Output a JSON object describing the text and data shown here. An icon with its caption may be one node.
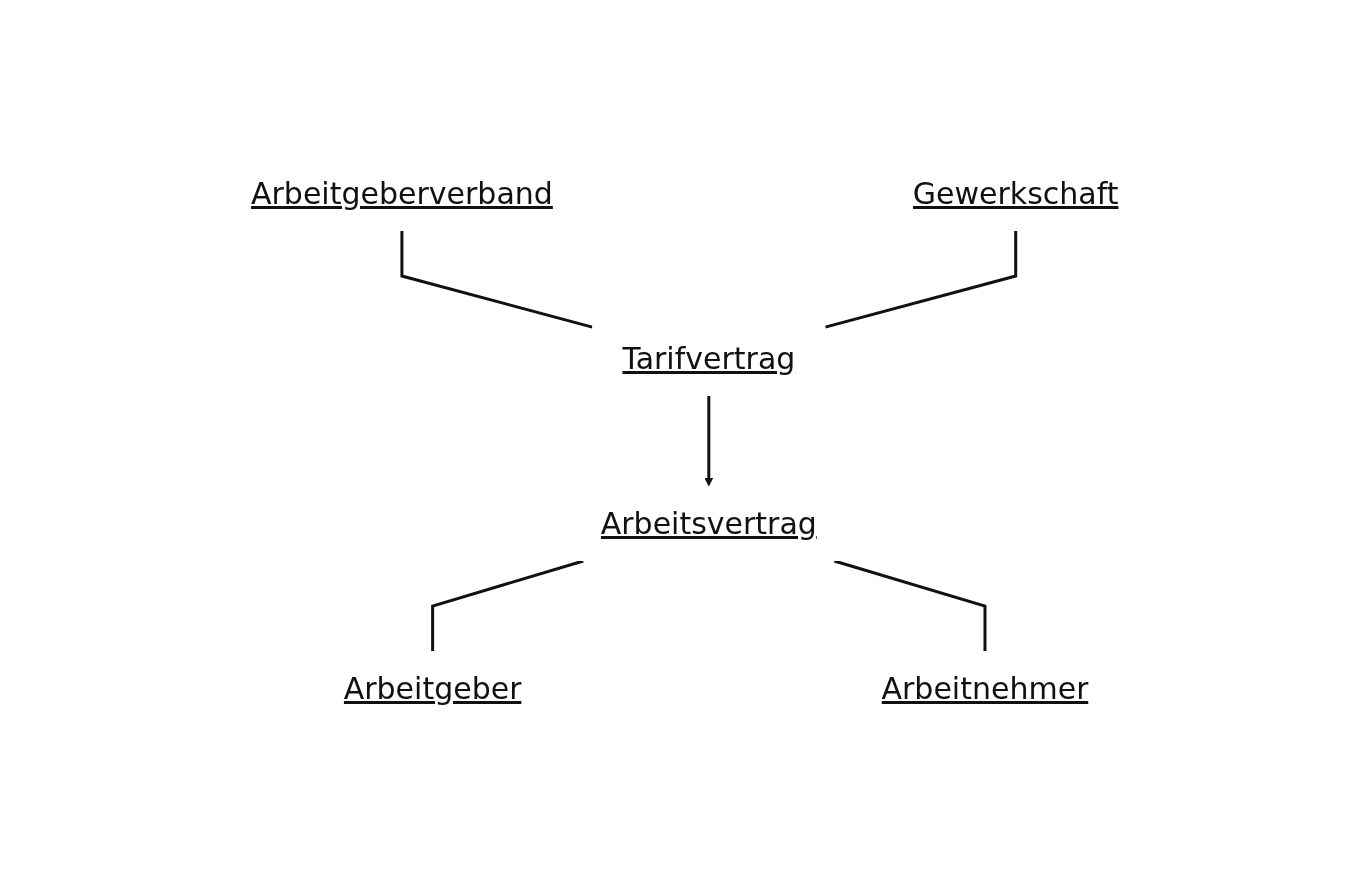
{
  "diagram": {
    "nodes": [
      {
        "text": [
          "Arbeitgeberverband"
        ]
      },
      {
        "text": [
          "Gewerkschaft"
        ]
      },
      {
        "text": [
          "Tarifvertrag"
        ]
      },
      {
        "text": [
          "Arbeitsvertrag"
        ]
      },
      {
        "text": [
          "Arbeitgeber"
        ]
      },
      {
        "text": [
          "Arbeitnehmer"
        ]
      }
    ],
    "edges": [
      {
        "from": 0,
        "to": 2,
        "arrow": "none"
      },
      {
        "from": 1,
        "to": 2,
        "arrow": "none"
      },
      {
        "from": 2,
        "to": 3,
        "arrow": "to"
      },
      {
        "from": 3,
        "to": 4,
        "arrow": "none"
      },
      {
        "from": 3,
        "to": 5,
        "arrow": "none"
      }
    ]
  }
}
